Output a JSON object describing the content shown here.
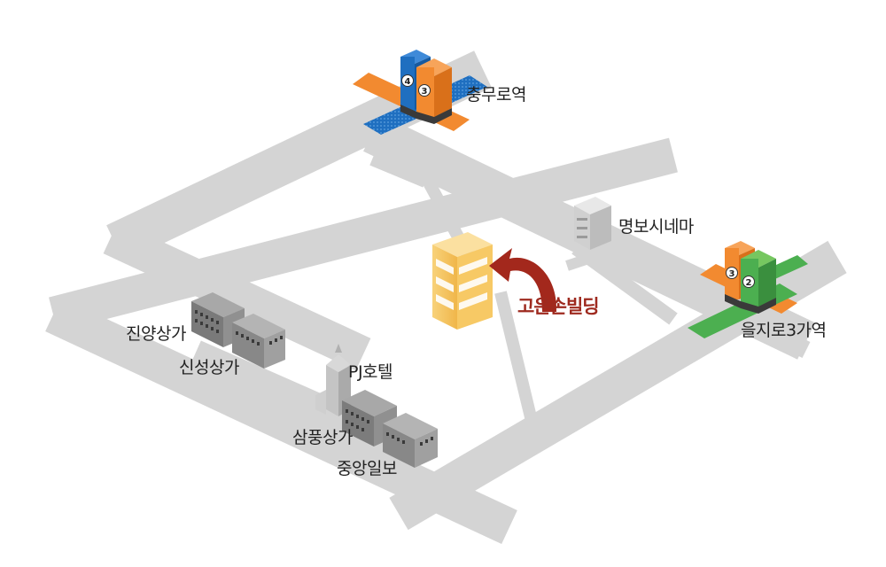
{
  "stations": [
    {
      "name": "충무로역",
      "lines": [
        "4",
        "3"
      ]
    },
    {
      "name": "을지로3가역",
      "lines": [
        "3",
        "2"
      ]
    }
  ],
  "target": {
    "name": "고은손빌딩"
  },
  "landmarks": {
    "myeongbo": "명보시네마",
    "jinyang": "진양상가",
    "sinseong": "신성상가",
    "pjhotel": "PJ호텔",
    "sampung": "삼풍상가",
    "joongang": "중앙일보"
  },
  "colors": {
    "road": "#d4d4d4",
    "line2": "#4caf50",
    "line3": "#f28a30",
    "line4": "#1f6fc0",
    "target_building": "#f6c65e",
    "arrow": "#a3281c",
    "target_label": "#9e2a1f"
  }
}
